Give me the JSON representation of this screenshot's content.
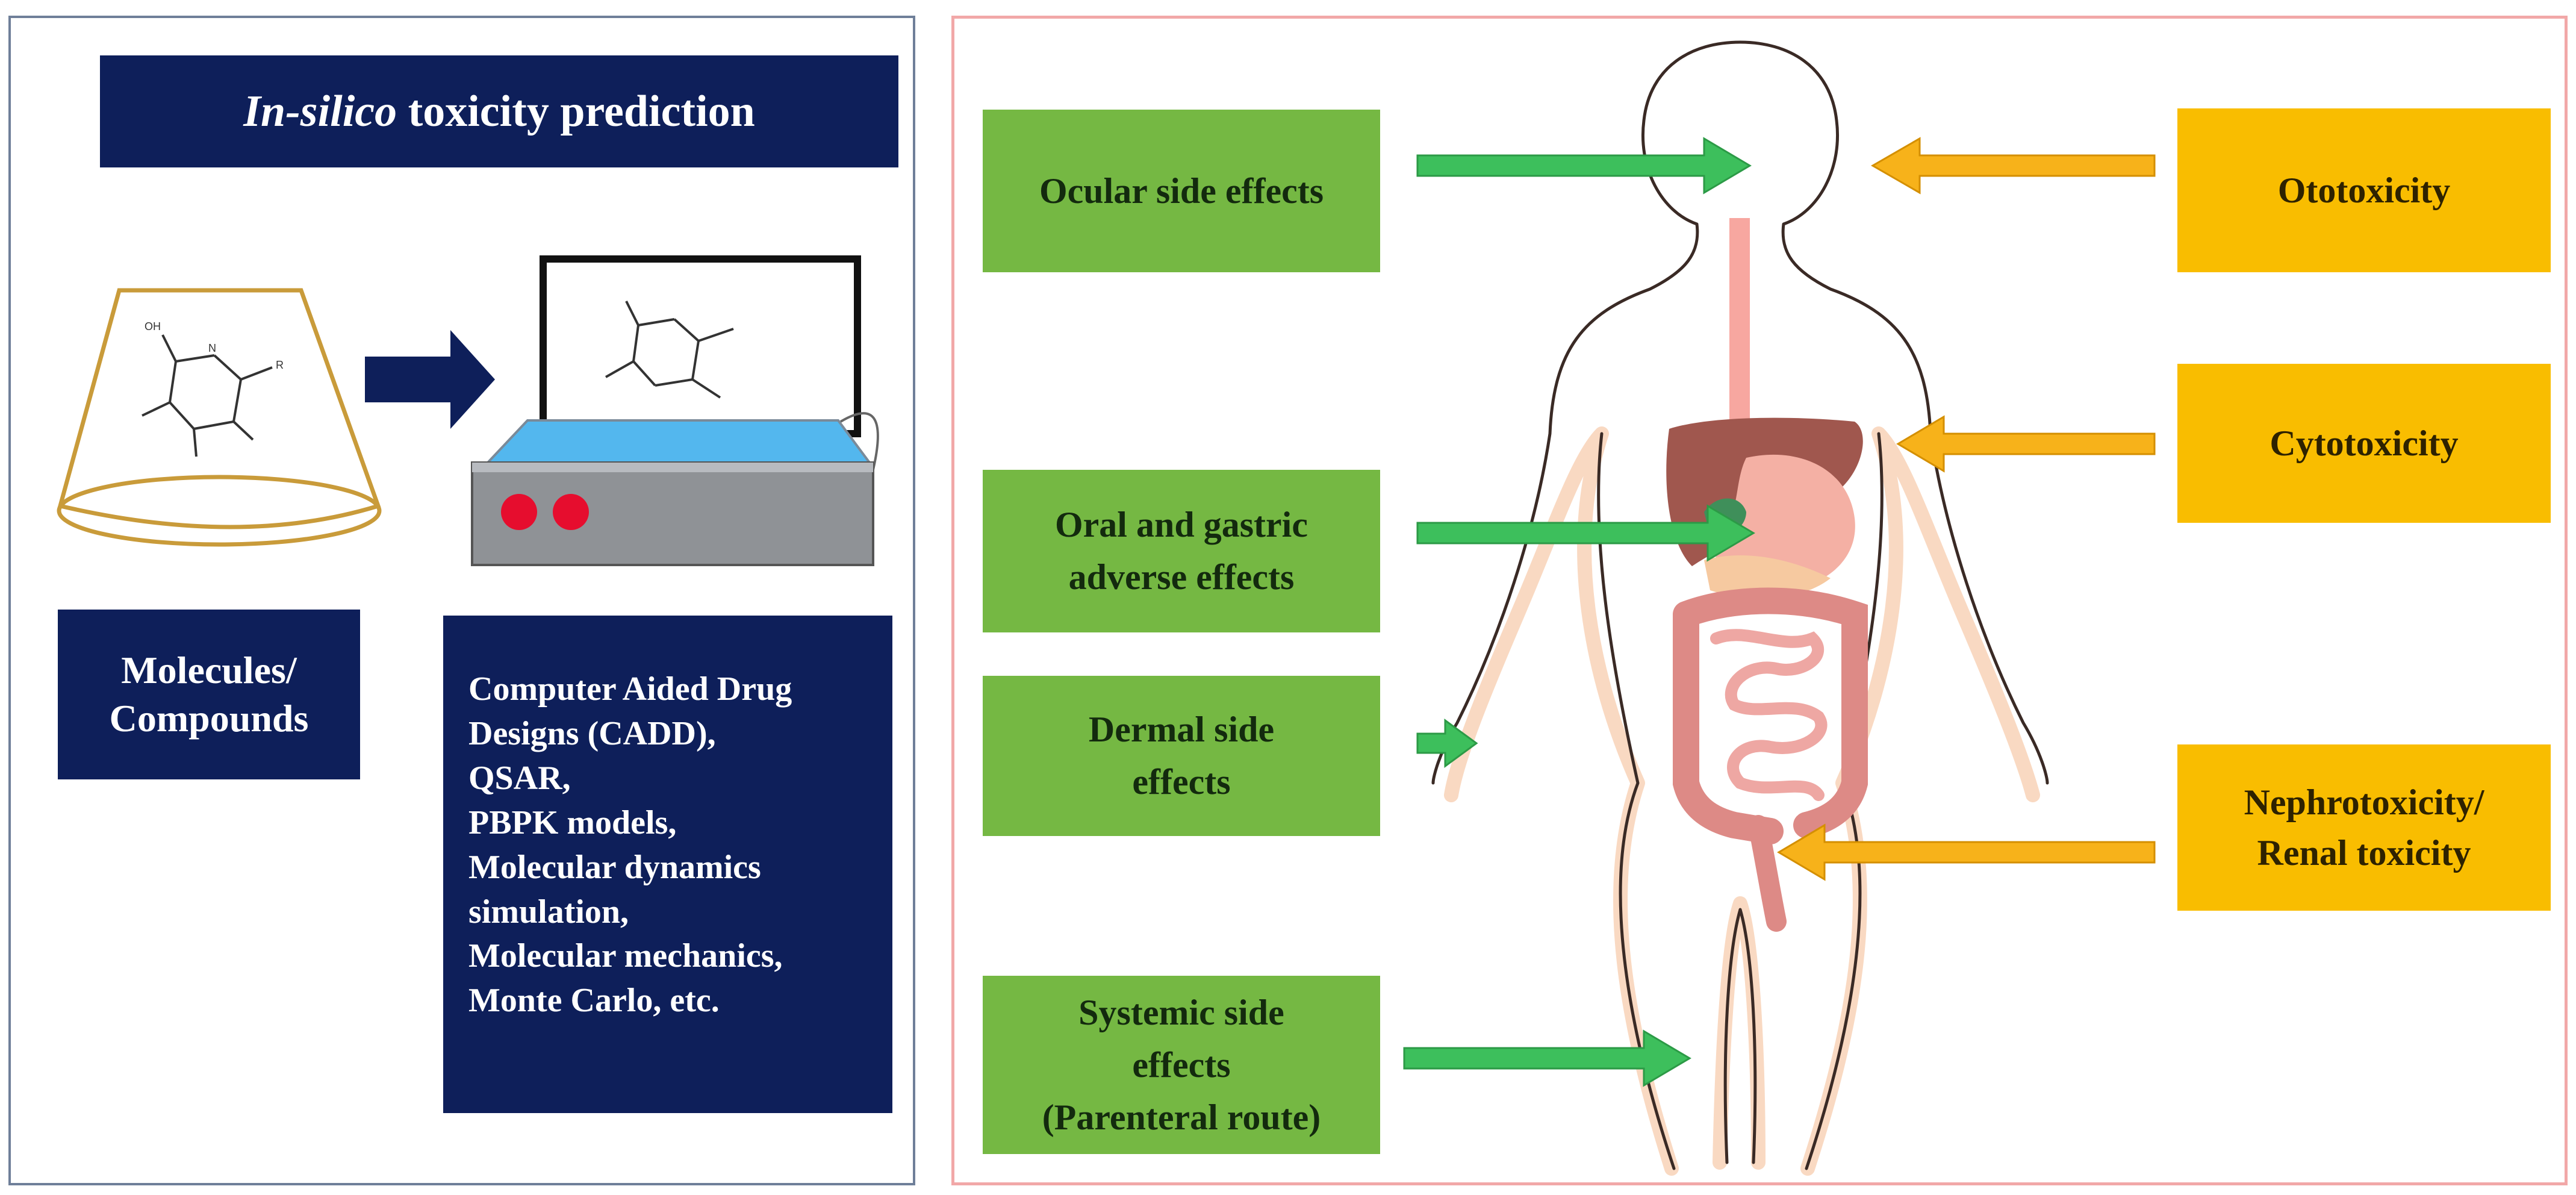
{
  "left_panel": {
    "title_italic": "In-silico",
    "title_rest": " toxicity prediction",
    "molecules_label_line1": "Molecules/",
    "molecules_label_line2": "Compounds",
    "methods": [
      "Computer Aided Drug",
      "Designs (CADD),",
      "QSAR,",
      "PBPK models,",
      "Molecular dynamics",
      "simulation,",
      "Molecular mechanics,",
      "Monte Carlo, etc."
    ],
    "molecule_atoms": {
      "oh": "OH",
      "r": "R",
      "n": "N"
    }
  },
  "right_panel": {
    "side_effects": [
      {
        "lines": [
          "Ocular side effects"
        ]
      },
      {
        "lines": [
          "Oral and gastric",
          "adverse effects"
        ]
      },
      {
        "lines": [
          "Dermal side",
          "effects"
        ]
      },
      {
        "lines": [
          "Systemic side",
          "effects",
          "(Parenteral route)"
        ]
      }
    ],
    "toxicities": [
      {
        "lines": [
          "Ototoxicity"
        ]
      },
      {
        "lines": [
          "Cytotoxicity"
        ]
      },
      {
        "lines": [
          "Nephrotoxicity/",
          "Renal toxicity"
        ]
      }
    ]
  },
  "colors": {
    "navy": "#0e1f5a",
    "green_box": "#75b843",
    "green_arrow": "#3dbf5c",
    "gold_box": "#f9bd00",
    "gold_arrow": "#f7b21a",
    "panel_border_left": "#6f7f99",
    "panel_border_right": "#f2a8a8"
  }
}
